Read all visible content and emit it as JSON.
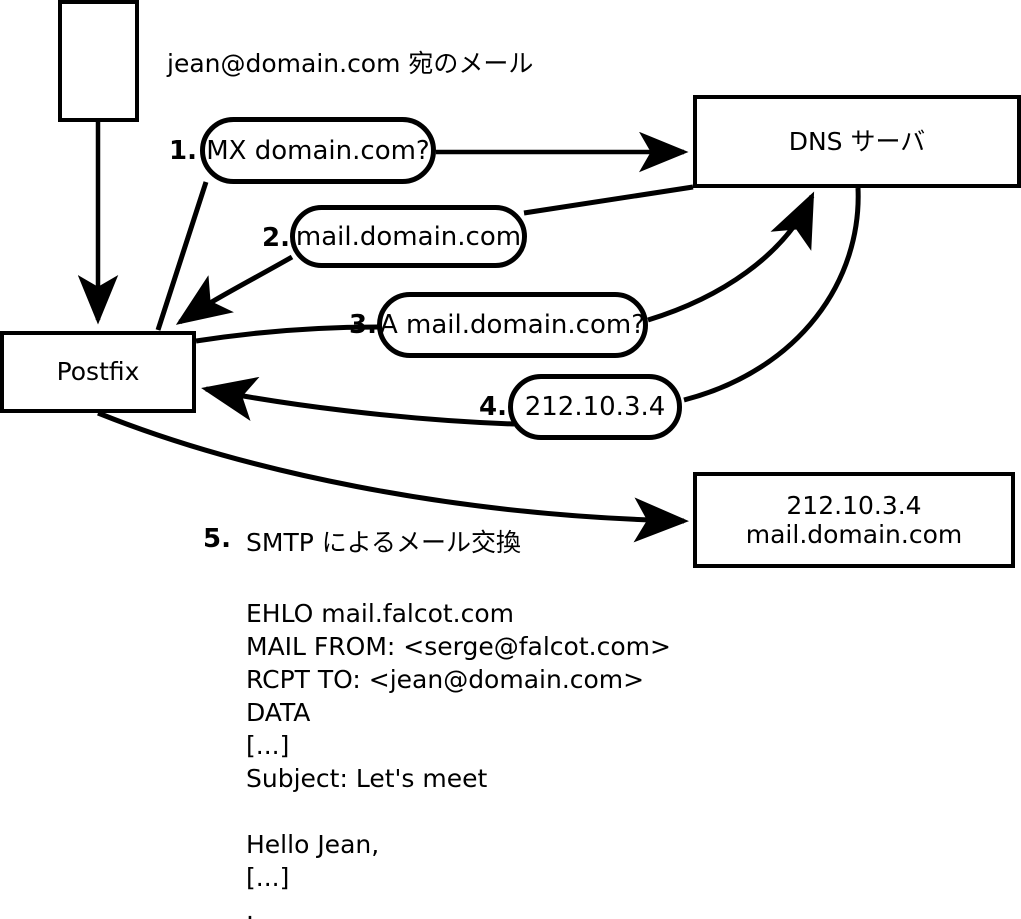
{
  "diagram": {
    "title_caption": "jean@domain.com 宛のメール",
    "colors": {
      "stroke": "#000000",
      "fill": "#ffffff",
      "text": "#000000"
    },
    "nodes": {
      "sender_box": {
        "label": ""
      },
      "postfix_box": {
        "label": "Postfix"
      },
      "dns_box": {
        "label": "DNS サーバ"
      },
      "remote_box": {
        "line1": "212.10.3.4",
        "line2": "mail.domain.com"
      }
    },
    "steps": [
      {
        "number": "1.",
        "label": "MX domain.com?"
      },
      {
        "number": "2.",
        "label": "mail.domain.com"
      },
      {
        "number": "3.",
        "label": "A mail.domain.com?"
      },
      {
        "number": "4.",
        "label": "212.10.3.4"
      },
      {
        "number": "5.",
        "label": "SMTP によるメール交換"
      }
    ],
    "smtp_transcript": [
      "EHLO mail.falcot.com",
      "MAIL FROM: <serge@falcot.com>",
      "RCPT TO: <jean@domain.com>",
      "DATA",
      "[...]",
      "Subject: Let's meet",
      "",
      "Hello Jean,",
      "[...]",
      "."
    ]
  }
}
